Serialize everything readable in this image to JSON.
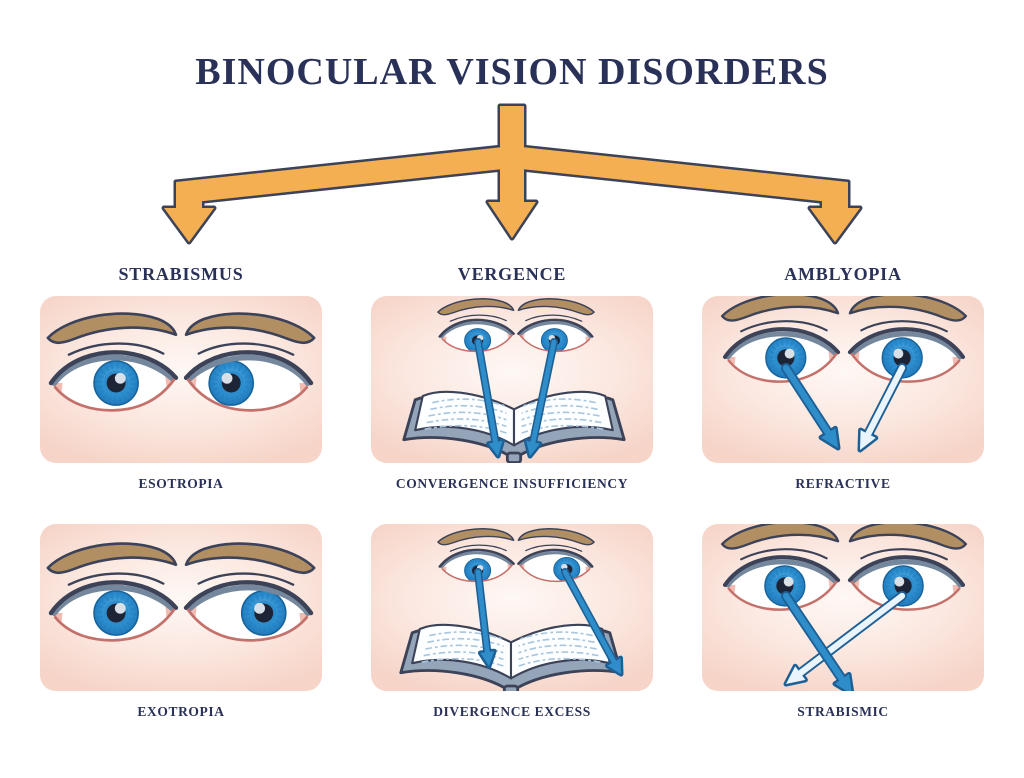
{
  "title": "BINOCULAR VISION DISORDERS",
  "columns": [
    {
      "label": "STRABISMUS",
      "panels": [
        {
          "caption": "ESOTROPIA",
          "illustration": "two eyes, right eye turned inward"
        },
        {
          "caption": "EXOTROPIA",
          "illustration": "two eyes, right eye turned outward"
        }
      ]
    },
    {
      "label": "VERGENCE",
      "panels": [
        {
          "caption": "CONVERGENCE INSUFFICIENCY",
          "illustration": "eyes reading book, gaze arrows overshoot below book"
        },
        {
          "caption": "DIVERGENCE EXCESS",
          "illustration": "left eye on book, right eye gaze drifts outward past book"
        }
      ]
    },
    {
      "label": "AMBLYOPIA",
      "panels": [
        {
          "caption": "REFRACTIVE",
          "illustration": "gaze arrows converge in V, right eye arrow faded"
        },
        {
          "caption": "STRABISMIC",
          "illustration": "gaze arrows cross in X, right eye arrow faded"
        }
      ]
    }
  ],
  "icons": {
    "branch_arrow": "three-way-down-branch-arrow",
    "eye": "eye-icon",
    "book": "open-book-icon",
    "gaze_arrow": "gaze-direction-arrow"
  },
  "colors": {
    "navy": "#2a3158",
    "outline": "#3c4258",
    "gold": "#f4af52",
    "panel_bg": "#f6d4c8",
    "brow": "#b18f63",
    "lid": "#75879c",
    "lash_lower": "#c4716b",
    "pupil": "#1d2435",
    "iris_light": "#7ec2ea",
    "iris_dark": "#1f73b5",
    "arrow_blue": "#2f8ec9",
    "arrow_blue_dark": "#1e6096",
    "arrow_pale": "#eaf4fc",
    "book_cover": "#94a4b9",
    "book_page": "#fcfeff",
    "book_lines": "#a9c6de"
  }
}
